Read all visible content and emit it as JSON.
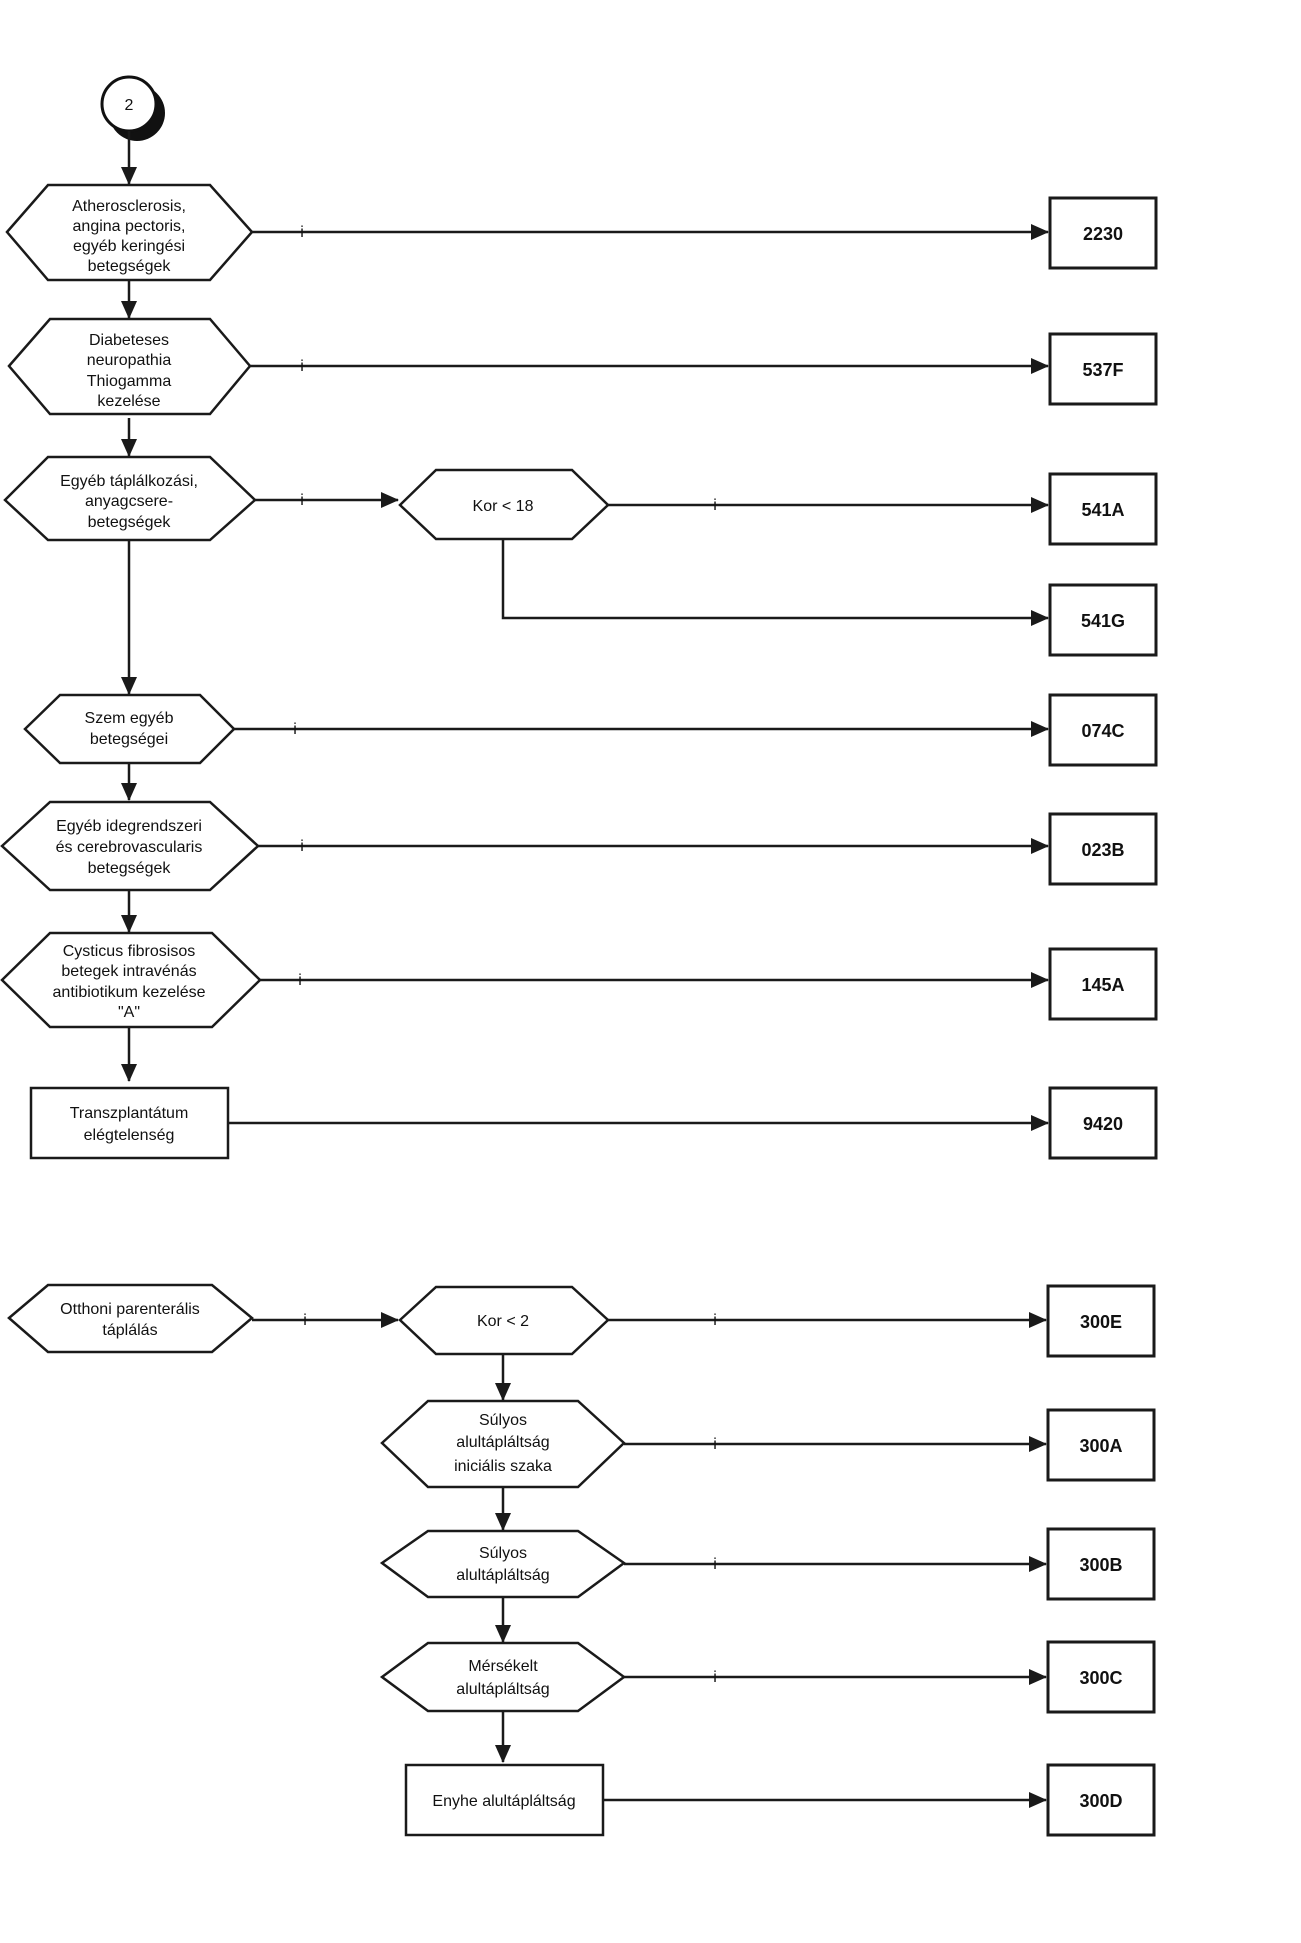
{
  "connector": {
    "label": "2"
  },
  "yes_mark": "i",
  "nodes": {
    "athero": [
      "Atherosclerosis,",
      "angina pectoris,",
      "egyéb keringési",
      "betegségek"
    ],
    "diab": [
      "Diabeteses",
      "neuropathia",
      "Thiogamma",
      "kezelése"
    ],
    "tapl": [
      "Egyéb táplálkozási,",
      "anyagcsere-",
      "betegségek"
    ],
    "kor18": [
      "Kor < 18"
    ],
    "szem": [
      "Szem egyéb",
      "betegségei"
    ],
    "ideg": [
      "Egyéb idegrendszeri",
      "és cerebrovascularis",
      "betegségek"
    ],
    "cyst": [
      "Cysticus fibrosisos",
      "betegek intravénás",
      "antibiotikum kezelése",
      "\"A\""
    ],
    "transz": [
      "Transzplantátum",
      "elégtelenség"
    ],
    "otthoni": [
      "Otthoni parenterális",
      "táplálás"
    ],
    "kor2": [
      "Kor < 2"
    ],
    "sulyos_ini": [
      "Súlyos",
      "alultápláltság",
      "iniciális szaka"
    ],
    "sulyos": [
      "Súlyos",
      "alultápláltság"
    ],
    "merse": [
      "Mérsékelt",
      "alultápláltság"
    ],
    "enyhe": [
      "Enyhe alultápláltság"
    ]
  },
  "codes": {
    "c2230": "2230",
    "c537F": "537F",
    "c541A": "541A",
    "c541G": "541G",
    "c074C": "074C",
    "c023B": "023B",
    "c145A": "145A",
    "c9420": "9420",
    "c300E": "300E",
    "c300A": "300A",
    "c300B": "300B",
    "c300C": "300C",
    "c300D": "300D"
  }
}
